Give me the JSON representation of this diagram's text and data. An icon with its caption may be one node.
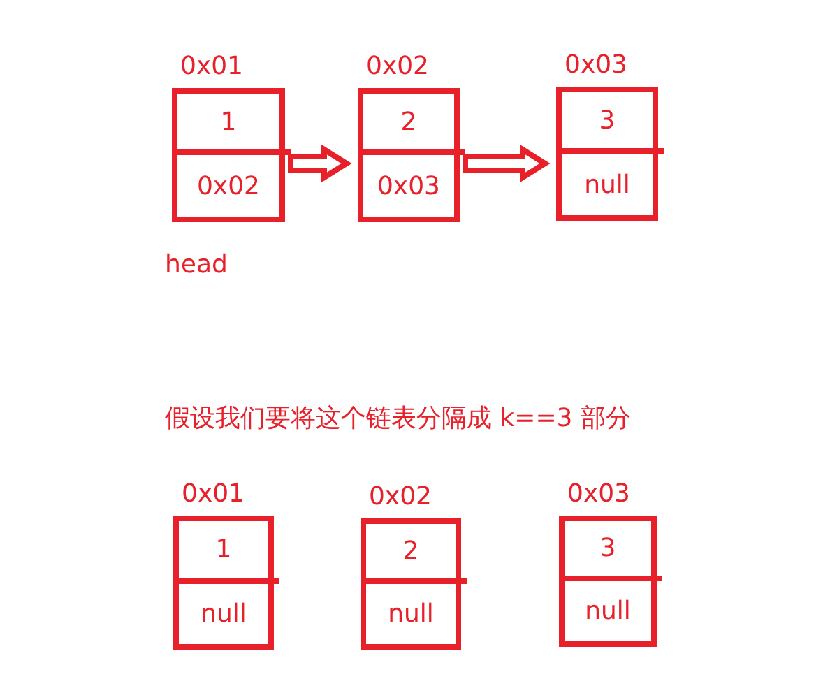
{
  "diagram": {
    "nodes": [
      {
        "text": [],
        "shape": "box",
        "beside": [
          "0x01"
        ]
      },
      {
        "text": [
          "1"
        ],
        "in": 0
      },
      {
        "text": [
          "0x02"
        ],
        "in": 0
      },
      {
        "text": [],
        "shape": "box",
        "beside": [
          "0x02"
        ]
      },
      {
        "text": [
          "2"
        ],
        "in": 3
      },
      {
        "text": [
          "0x03"
        ],
        "in": 3
      },
      {
        "text": [],
        "shape": "box",
        "beside": [
          "0x03"
        ]
      },
      {
        "text": [
          "3"
        ],
        "in": 6
      },
      {
        "text": [
          "null"
        ],
        "in": 6
      },
      {
        "text": [],
        "shape": "box",
        "beside": [
          "0x01"
        ]
      },
      {
        "text": [
          "1"
        ],
        "in": 9
      },
      {
        "text": [
          "null"
        ],
        "in": 9
      },
      {
        "text": [],
        "shape": "box",
        "beside": [
          "0x02"
        ]
      },
      {
        "text": [
          "2"
        ],
        "in": 12
      },
      {
        "text": [
          "null"
        ],
        "in": 12
      },
      {
        "text": [],
        "shape": "box",
        "beside": [
          "0x03"
        ]
      },
      {
        "text": [
          "3"
        ],
        "in": 15
      },
      {
        "text": [
          "null"
        ],
        "in": 15
      }
    ],
    "edges": [
      {
        "from": 0,
        "to": 3,
        "arrow": "to"
      },
      {
        "from": 3,
        "to": 6,
        "arrow": "to"
      }
    ],
    "labels": [
      "head",
      "假设我们要将这个链表分隔成 k==3 部分"
    ]
  }
}
